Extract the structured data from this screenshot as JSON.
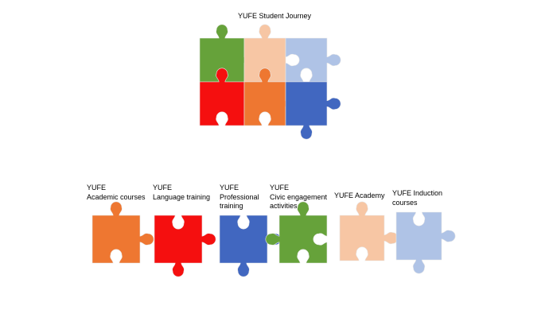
{
  "title": "YUFE Student Journey",
  "colors": {
    "green": "#66a23a",
    "peach": "#f7c6a4",
    "light_blue": "#afc3e6",
    "red": "#f50f0f",
    "orange": "#ee7731",
    "blue": "#4167c0"
  },
  "puzzle_grid": [
    {
      "name": "puzzle-piece-green",
      "color": "green"
    },
    {
      "name": "puzzle-piece-peach",
      "color": "peach"
    },
    {
      "name": "puzzle-piece-light-blue",
      "color": "light_blue"
    },
    {
      "name": "puzzle-piece-red",
      "color": "red"
    },
    {
      "name": "puzzle-piece-orange",
      "color": "orange"
    },
    {
      "name": "puzzle-piece-blue",
      "color": "blue"
    }
  ],
  "pieces": [
    {
      "name": "academic-courses",
      "label": "YUFE\nAcademic courses",
      "color": "orange"
    },
    {
      "name": "language-training",
      "label": "YUFE\nLanguage training",
      "color": "red"
    },
    {
      "name": "professional-training",
      "label": "YUFE\nProfessional\ntraining",
      "color": "blue"
    },
    {
      "name": "civic-engagement",
      "label": "YUFE\nCivic engagement\nactivities",
      "color": "green"
    },
    {
      "name": "yufe-academy",
      "label": "YUFE Academy",
      "color": "peach"
    },
    {
      "name": "induction-courses",
      "label": "YUFE Induction\ncourses",
      "color": "light_blue"
    }
  ]
}
